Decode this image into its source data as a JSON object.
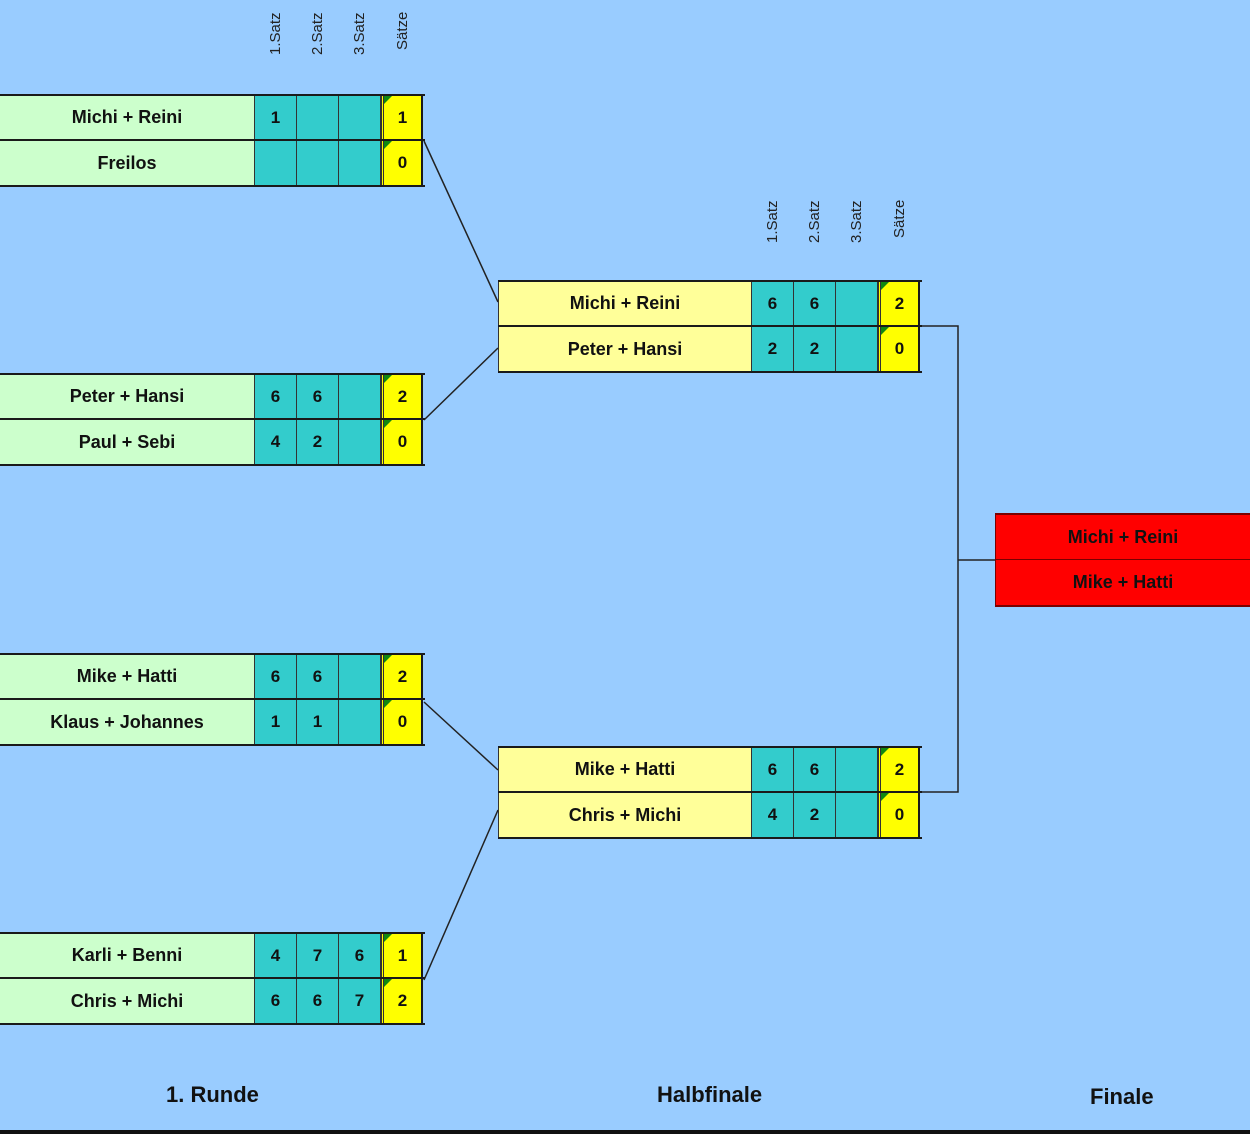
{
  "headers": [
    "1.Satz",
    "2.Satz",
    "3.Satz",
    "Sätze"
  ],
  "round1": [
    {
      "teams": [
        {
          "name": "Michi + Reini",
          "scores": [
            "1",
            "",
            ""
          ],
          "sets": "1"
        },
        {
          "name": "Freilos",
          "scores": [
            "",
            "",
            ""
          ],
          "sets": "0"
        }
      ]
    },
    {
      "teams": [
        {
          "name": "Peter + Hansi",
          "scores": [
            "6",
            "6",
            ""
          ],
          "sets": "2"
        },
        {
          "name": "Paul + Sebi",
          "scores": [
            "4",
            "2",
            ""
          ],
          "sets": "0"
        }
      ]
    },
    {
      "teams": [
        {
          "name": "Mike + Hatti",
          "scores": [
            "6",
            "6",
            ""
          ],
          "sets": "2"
        },
        {
          "name": "Klaus + Johannes",
          "scores": [
            "1",
            "1",
            ""
          ],
          "sets": "0"
        }
      ]
    },
    {
      "teams": [
        {
          "name": "Karli + Benni",
          "scores": [
            "4",
            "7",
            "6"
          ],
          "sets": "1"
        },
        {
          "name": "Chris + Michi",
          "scores": [
            "6",
            "6",
            "7"
          ],
          "sets": "2"
        }
      ]
    }
  ],
  "semifinal": [
    {
      "teams": [
        {
          "name": "Michi + Reini",
          "scores": [
            "6",
            "6",
            ""
          ],
          "sets": "2"
        },
        {
          "name": "Peter + Hansi",
          "scores": [
            "2",
            "2",
            ""
          ],
          "sets": "0"
        }
      ]
    },
    {
      "teams": [
        {
          "name": "Mike + Hatti",
          "scores": [
            "6",
            "6",
            ""
          ],
          "sets": "2"
        },
        {
          "name": "Chris + Michi",
          "scores": [
            "4",
            "2",
            ""
          ],
          "sets": "0"
        }
      ]
    }
  ],
  "final": {
    "teams": [
      {
        "name": "Michi + Reini"
      },
      {
        "name": "Mike + Hatti"
      }
    ]
  },
  "labels": {
    "round1": "1. Runde",
    "semifinal": "Halbfinale",
    "final": "Finale"
  },
  "colors": {
    "background": "#99ccff",
    "round1_team": "#ccffcc",
    "semifinal_team": "#ffff99",
    "score_cell": "#33cccc",
    "sets_cell": "#ffff00",
    "final_team": "#ff0000"
  }
}
